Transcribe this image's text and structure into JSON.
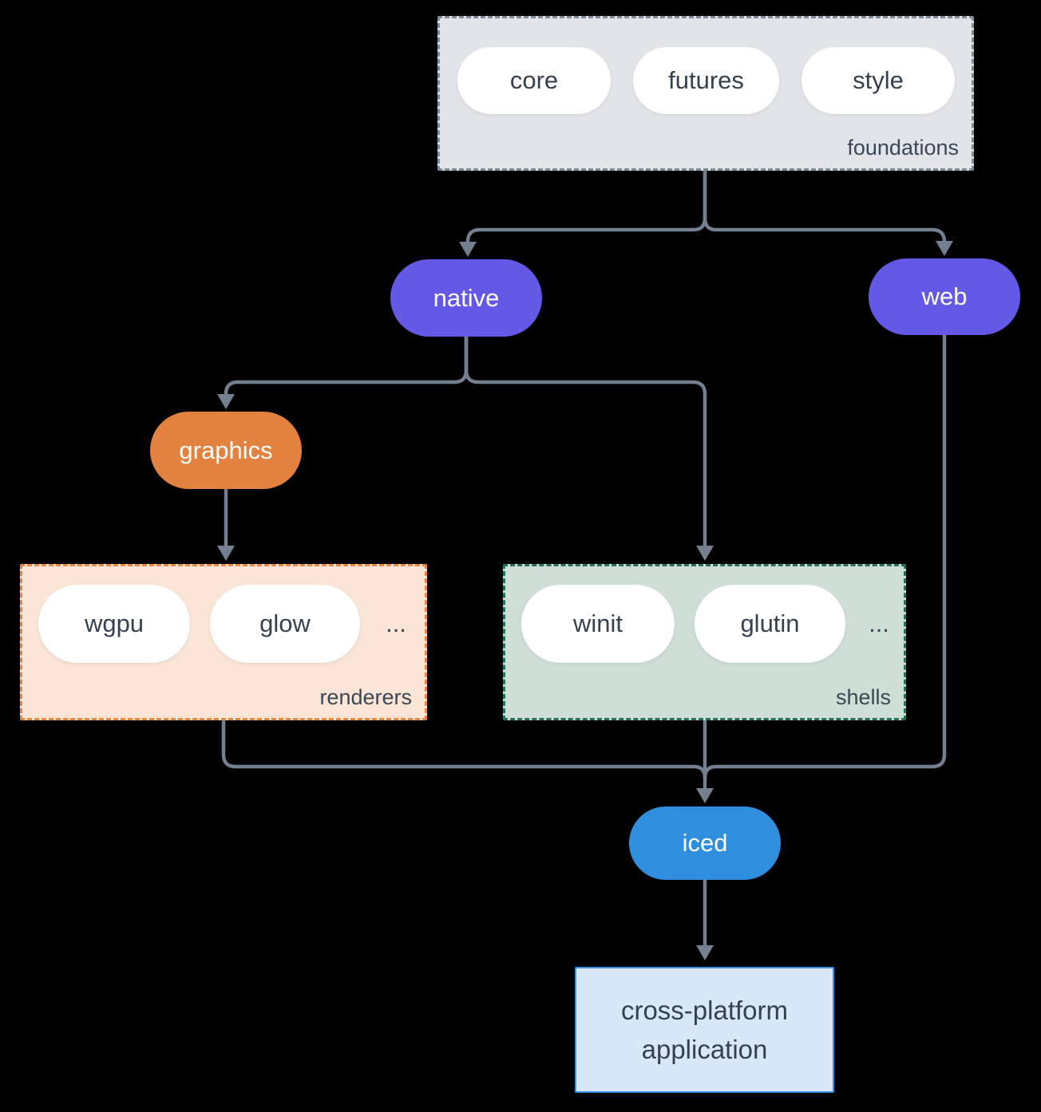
{
  "colors": {
    "background": "#000000",
    "connector": "#72808F",
    "foundations_bg": "#E1E5E9",
    "foundations_border": "#7E8B98",
    "native_fill": "#6459E6",
    "web_fill": "#6459E6",
    "graphics_fill": "#E2823E",
    "renderers_bg": "#FAE5D6",
    "renderers_border": "#E8873F",
    "shells_bg": "#CFDFD6",
    "shells_border": "#27705F",
    "iced_fill": "#2F8FDE",
    "application_bg": "#D8E8F8",
    "application_border": "#3390E0",
    "pill_bg": "#FFFFFF",
    "text_dark": "#36414F",
    "text_light": "#FFFFFF"
  },
  "groups": {
    "foundations": {
      "label": "foundations",
      "pills": [
        "core",
        "futures",
        "style"
      ]
    },
    "renderers": {
      "label": "renderers",
      "pills": [
        "wgpu",
        "glow"
      ],
      "ellipsis": "..."
    },
    "shells": {
      "label": "shells",
      "pills": [
        "winit",
        "glutin"
      ],
      "ellipsis": "..."
    }
  },
  "nodes": {
    "native": "native",
    "web": "web",
    "graphics": "graphics",
    "iced": "iced",
    "application": {
      "line1": "cross-platform",
      "line2": "application"
    }
  }
}
